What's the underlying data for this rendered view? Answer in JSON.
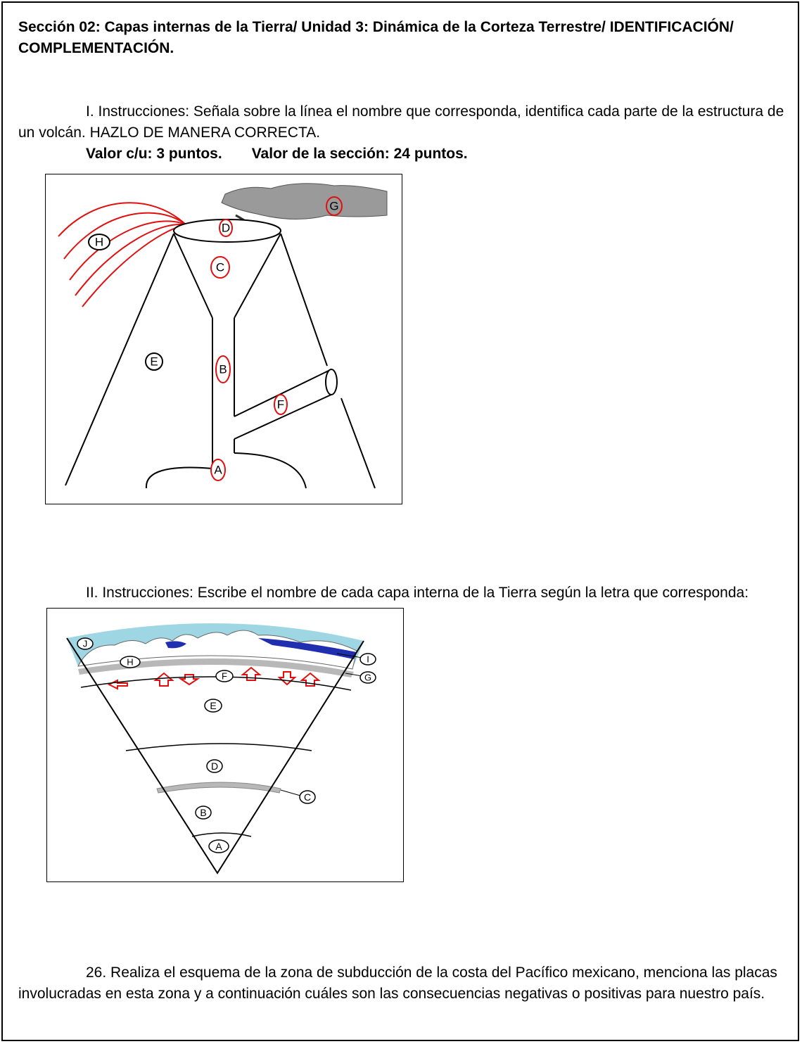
{
  "section": {
    "title": "Sección 02: Capas internas de la Tierra/ Unidad 3: Dinámica de la Corteza Terrestre/ IDENTIFICACIÓN/ COMPLEMENTACIÓN."
  },
  "part_one": {
    "instructions": "I. Instrucciones: Señala sobre la línea el nombre que corresponda, identifica cada parte de la estructura de un volcán. HAZLO DE MANERA CORRECTA.",
    "value_each": "Valor c/u: 3 puntos.",
    "value_section": "Valor de la sección: 24 puntos.",
    "volcano_labels": {
      "a": "A",
      "b": "B",
      "c": "C",
      "d": "D",
      "e": "E",
      "f": "F",
      "g": "G",
      "h": "H"
    }
  },
  "part_two": {
    "instructions": "II. Instrucciones: Escribe el nombre de cada capa interna de la Tierra según la letra que corresponda:",
    "earth_labels": {
      "a": "A",
      "b": "B",
      "c": "C",
      "d": "D",
      "e": "E",
      "f": "F",
      "g": "G",
      "h": "H",
      "i": "I",
      "j": "J"
    }
  },
  "question_26": {
    "text": "26. Realiza el esquema de la zona de subducción de la costa del Pacífico mexicano, menciona las placas involucradas en esta zona y a continuación cuáles son las consecuencias negativas o positivas para nuestro país."
  },
  "colors": {
    "label_ring_red": "#e01010",
    "sea_blue": "#9fd6e4",
    "water_dark_blue": "#1f2fb0",
    "smoke_gray": "#9a9a9a",
    "mantle_band_gray": "#b8b8b8"
  }
}
